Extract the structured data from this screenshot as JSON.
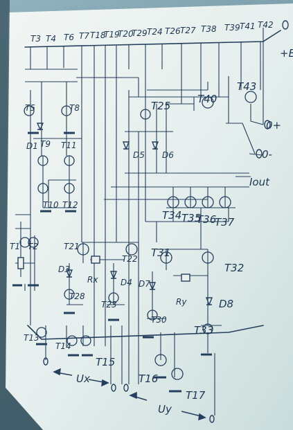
{
  "labels": {
    "top": [
      "T3",
      "T4",
      "T6",
      "T7",
      "T18",
      "T19",
      "T20",
      "T29",
      "T24",
      "T26",
      "T27",
      "T38",
      "T39",
      "T41",
      "T42"
    ],
    "T5": "T5",
    "T8": "T8",
    "D1": "D1",
    "T9": "T9",
    "T11": "T11",
    "T10": "T10",
    "T12": "T12",
    "T1": "T1",
    "T2": "T2",
    "T13": "T13",
    "T14": "T14",
    "T15": "T15",
    "T21": "T21",
    "D3": "D3",
    "T28": "T28",
    "Rx": "Rx",
    "T22": "T22",
    "D4": "D4",
    "T23": "T23",
    "T25": "T25",
    "D5": "D5",
    "D6": "D6",
    "T40": "T40",
    "T43": "T43",
    "T34": "T34",
    "T35": "T35",
    "T36": "T36",
    "T37": "T37",
    "T31": "T31",
    "D7": "D7",
    "T30": "T30",
    "Ry": "Ry",
    "T32": "T32",
    "D8": "D8",
    "T33": "T33",
    "T16": "T16",
    "T17": "T17",
    "plusE": "+E",
    "zeroPlus": "0+",
    "zeroMinus": "0-",
    "Iout": "Iout",
    "Ux": "Ux",
    "Uy": "Uy"
  },
  "colors": {
    "ink": "#243e5e",
    "paper": "#e9f0ef",
    "background": "#4b6570"
  }
}
